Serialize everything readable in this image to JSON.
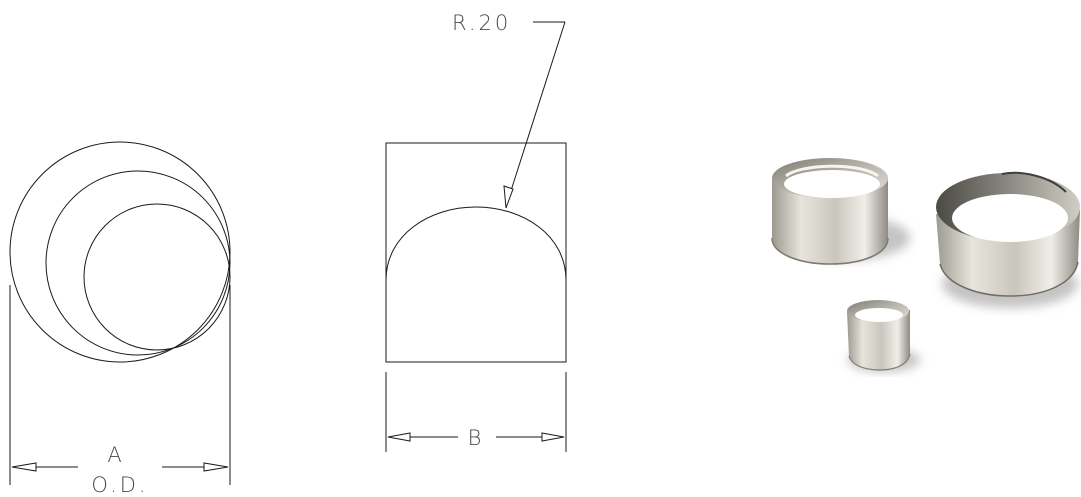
{
  "labels": {
    "radius": "R.20",
    "width_b": "B",
    "dimension_a": "A",
    "outer_diameter": "O.D."
  },
  "colors": {
    "line": "#1a1a1a",
    "text": "#4a4a4a",
    "metal_light": "#e2e0d8",
    "metal_dark": "#8d8b82",
    "shadow": "#bdbdbd"
  },
  "photo": {
    "subject_icons": [
      "large-ring-icon",
      "flared-ring-icon",
      "small-ring-icon"
    ]
  }
}
